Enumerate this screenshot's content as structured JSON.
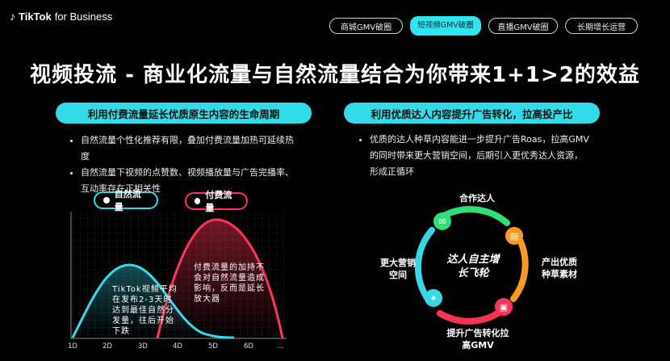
{
  "brand": {
    "name": "TikTok",
    "suffix": "for Business"
  },
  "tabs": [
    {
      "label": "商城GMV破圈"
    },
    {
      "label": "短视频GMV破圈",
      "active": true
    },
    {
      "label": "直播GMV破圈"
    },
    {
      "label": "长期增长运营"
    }
  ],
  "title": "视频投流 - 商业化流量与自然流量结合为你带来1+1>2的效益",
  "left": {
    "pill": "利用付费流量延长优质原生内容的生命周期",
    "bullets": [
      "自然流量个性化推荐有限，叠加付费流量加热可延续热度",
      "自然流量下视频的点赞数、视频播放量与广告完播率、互动率存在正相关性"
    ],
    "legend_organic": "自然流量",
    "legend_paid": "付费流量",
    "note_organic": "TikTok视频平均在发布2-3天时达到最佳自然分发量，往后开始下跌",
    "note_paid": "付费流量的加持不会对自然流量造成影响，反而是延长放大器",
    "x_ticks": [
      "1D",
      "2D",
      "3D",
      "4D",
      "5D",
      "6D",
      "..."
    ]
  },
  "right": {
    "pill": "利用优质达人内容提升广告转化，拉高投产比",
    "bullet": "优质的达人种草内容能进一步提升广告Roas，拉高GMV的同时带来更大营销空间，后期引入更优秀达人资源，形成正循环",
    "flywheel": {
      "center": "达人自主增长飞轮",
      "top": "合作达人",
      "right": "产出优质种草素材",
      "bottom": "提升广告转化拉高GMV",
      "left": "更大营销空间"
    }
  },
  "colors": {
    "cyan": "#33dbe8",
    "pink": "#ff3355",
    "green": "#2fe07a",
    "orange": "#ff9a1f"
  }
}
